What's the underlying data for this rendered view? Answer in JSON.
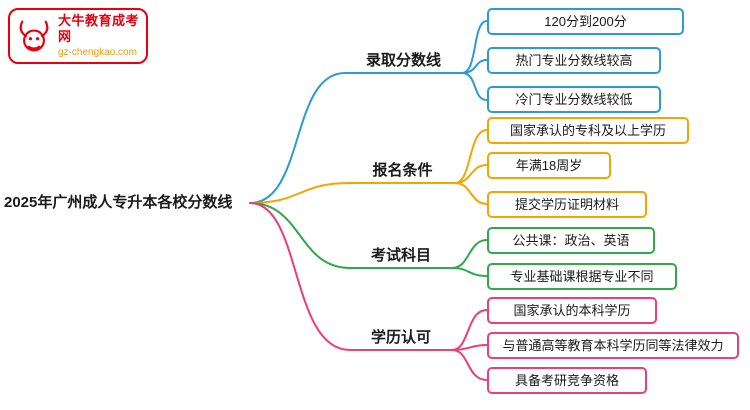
{
  "logo": {
    "site_name": "大牛教育成考网",
    "site_url": "gz-chengkao.com",
    "border_color": "#e60012",
    "url_color": "#f39800"
  },
  "root": {
    "label": "2025年广州成人专升本各校分数线"
  },
  "branches": [
    {
      "label": "录取分数线",
      "color": "#2b9bd7",
      "leaves": [
        "120分到200分",
        "热门专业分数线较高",
        "冷门专业分数线较低"
      ]
    },
    {
      "label": "报名条件",
      "color": "#f5a400",
      "leaves": [
        "国家承认的专科及以上学历",
        "年满18周岁",
        "提交学历证明材料"
      ]
    },
    {
      "label": "考试科目",
      "color": "#2faa4a",
      "leaves": [
        "公共课：政治、英语",
        "专业基础课根据专业不同"
      ]
    },
    {
      "label": "学历认可",
      "color": "#ee3d77",
      "leaves": [
        "国家承认的本科学历",
        "与普通高等教育本科学历同等法律效力",
        "具备考研竞争资格"
      ]
    }
  ]
}
